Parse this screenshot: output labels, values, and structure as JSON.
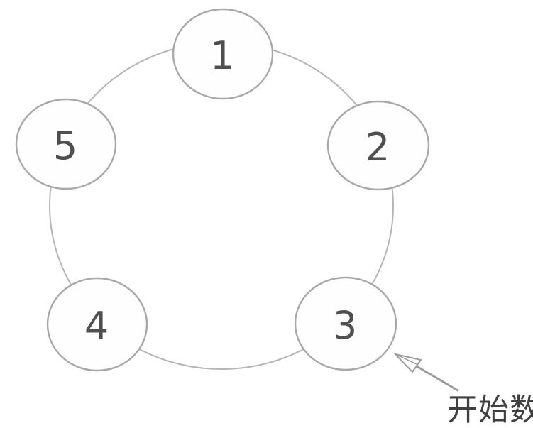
{
  "diagram": {
    "type": "ring-of-numbered-circles",
    "nodes": [
      {
        "id": 1,
        "label": "1",
        "position": "top"
      },
      {
        "id": 2,
        "label": "2",
        "position": "upper-right"
      },
      {
        "id": 3,
        "label": "3",
        "position": "lower-right"
      },
      {
        "id": 4,
        "label": "4",
        "position": "lower-left"
      },
      {
        "id": 5,
        "label": "5",
        "position": "upper-left"
      }
    ],
    "annotation": {
      "label": "开始数",
      "target_node": "3",
      "arrow_style": "hollow-arrowhead"
    },
    "colors": {
      "background": "#ffffff",
      "ring_stroke": "#b5b5b5",
      "node_stroke": "#a8a8a8",
      "node_fill": "#fefefe",
      "number_color": "#4f4f4f",
      "arrow_color": "#9c9c9c",
      "annotation_text_color": "#3f3f3f"
    }
  }
}
